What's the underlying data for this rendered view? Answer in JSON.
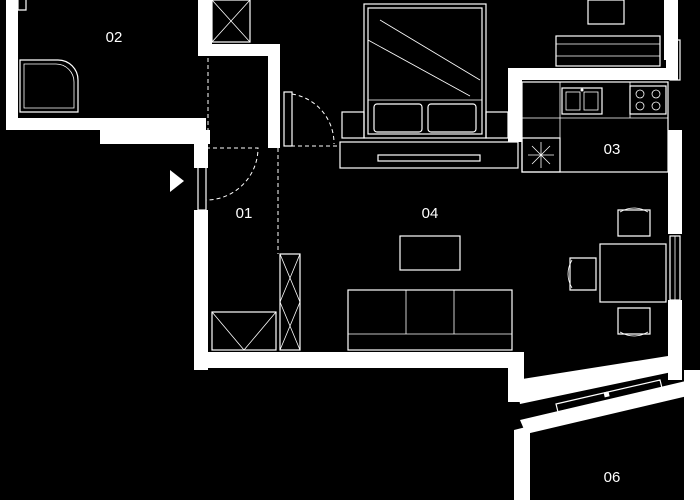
{
  "floorplan": {
    "rooms": [
      {
        "id": "01",
        "label": "01"
      },
      {
        "id": "02",
        "label": "02"
      },
      {
        "id": "03",
        "label": "03"
      },
      {
        "id": "04",
        "label": "04"
      },
      {
        "id": "06",
        "label": "06"
      }
    ],
    "colors": {
      "background": "#000000",
      "walls": "#ffffff",
      "linework": "#ffffff"
    },
    "entrance_marker": "triangle-arrow"
  }
}
